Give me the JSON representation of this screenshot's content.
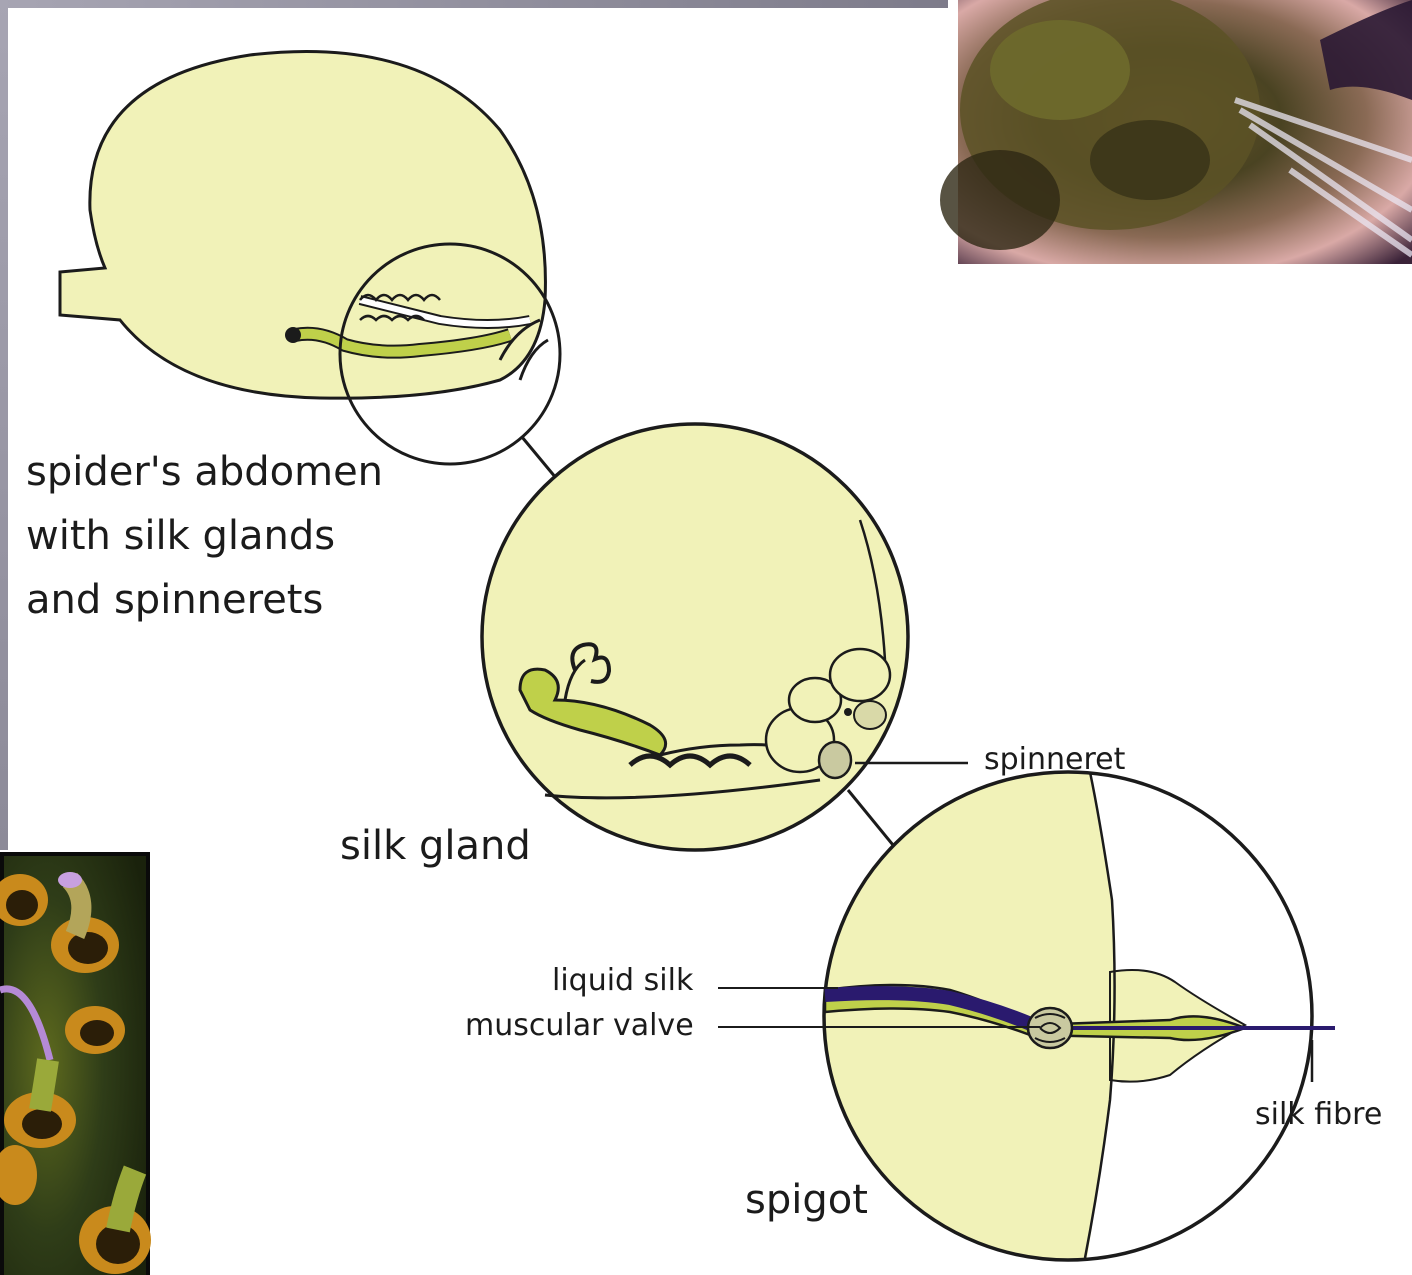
{
  "labels": {
    "abdomen_line1": "spider's abdomen",
    "abdomen_line2": "with silk glands",
    "abdomen_line3": "and spinnerets",
    "silk_gland": "silk gland",
    "spinneret": "spinneret",
    "spigot": "spigot",
    "liquid_silk": "liquid silk",
    "muscular_valve": "muscular valve",
    "silk_fibre": "silk fibre"
  },
  "colors": {
    "organ_fill": "#f1f2b8",
    "gland_green": "#bfd04a",
    "liquid_silk": "#2a1a6e",
    "outline": "#1b1b1b"
  }
}
